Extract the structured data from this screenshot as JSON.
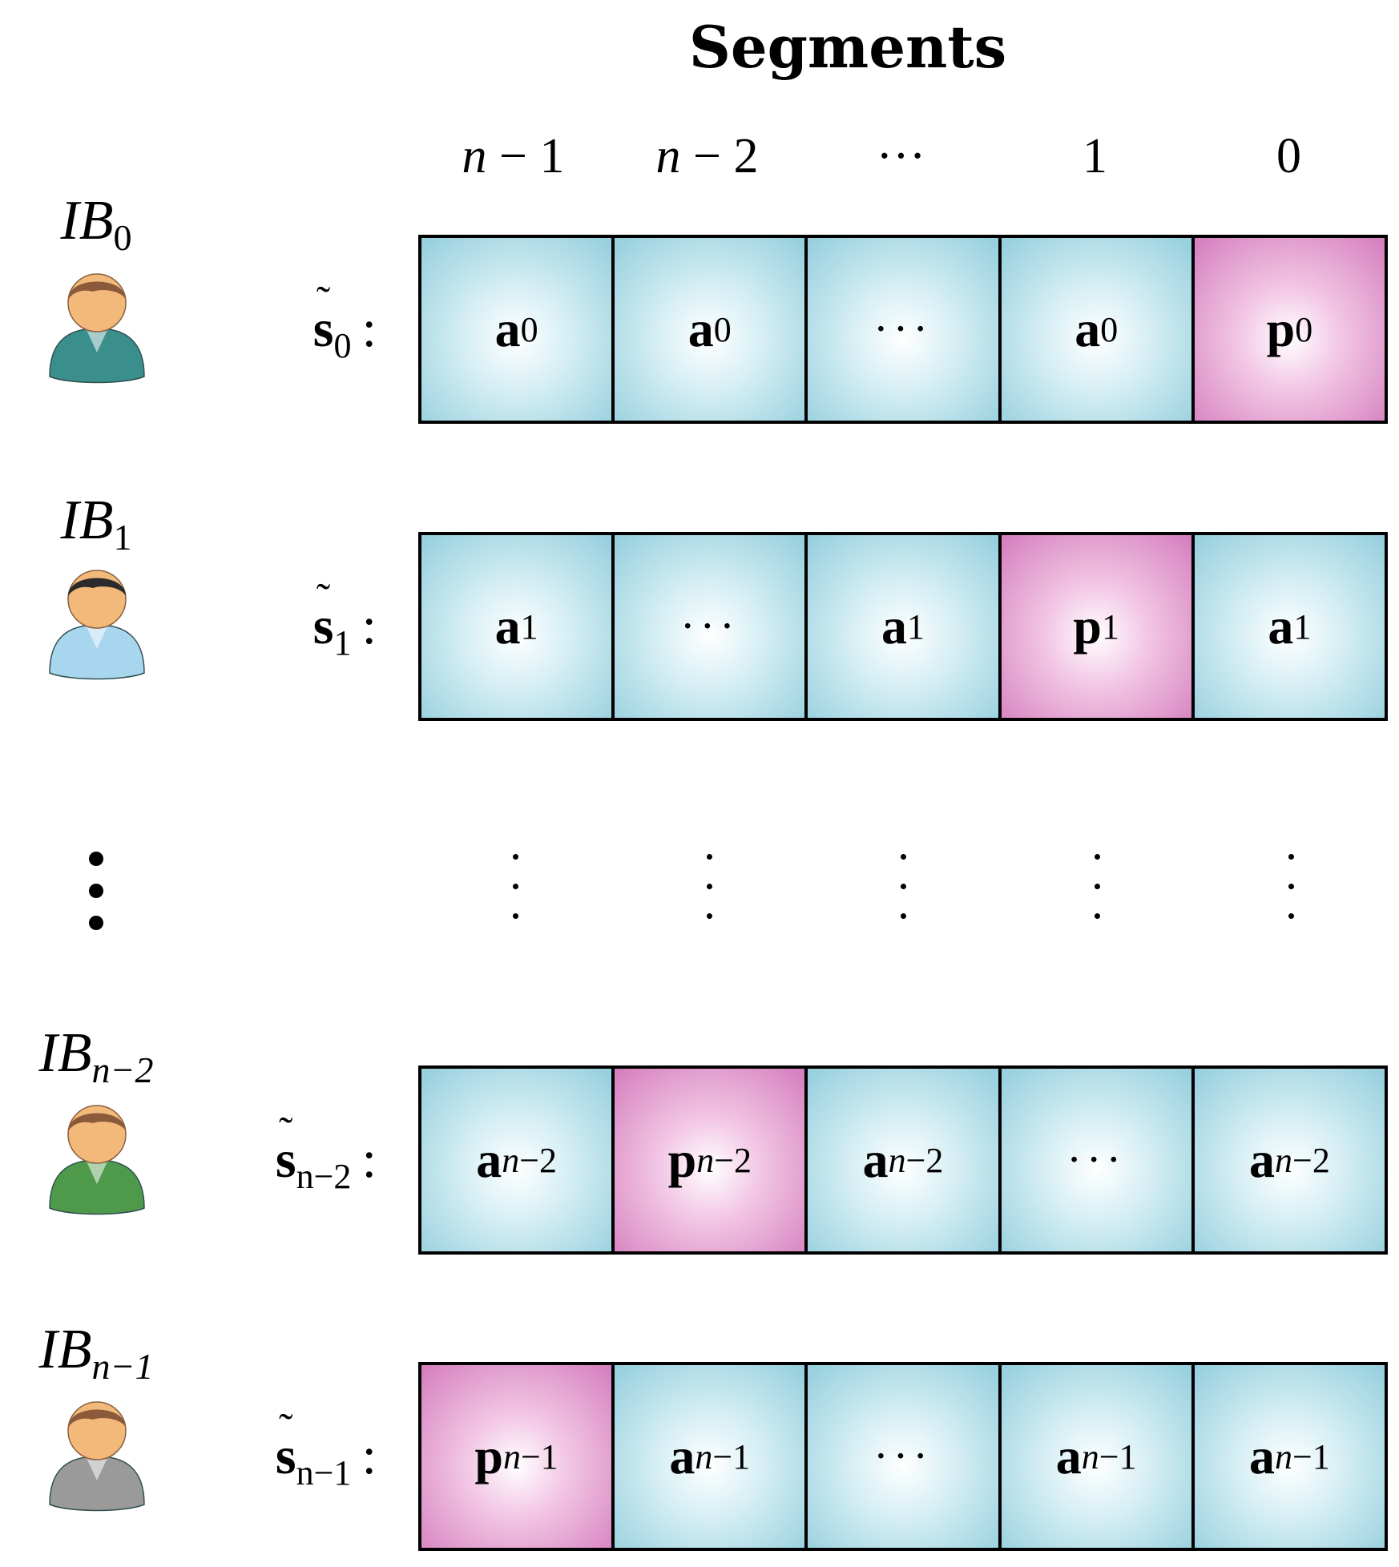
{
  "title": "Segments",
  "columns": [
    {
      "label": "n − 1"
    },
    {
      "label": "n − 2"
    },
    {
      "label": "···"
    },
    {
      "label": "1"
    },
    {
      "label": "0"
    }
  ],
  "rows": [
    {
      "ib_base": "IB",
      "ib_sub": "0",
      "vec_base": "s",
      "vec_sub": "0",
      "colon": ":",
      "avatar": {
        "name": "person-teal-icon",
        "body": "#3a8f8c",
        "hair": "#8a5a3a"
      },
      "cells": [
        {
          "kind": "a",
          "base": "a",
          "sub": "0"
        },
        {
          "kind": "a",
          "base": "a",
          "sub": "0"
        },
        {
          "kind": "dots",
          "text": "···"
        },
        {
          "kind": "a",
          "base": "a",
          "sub": "0"
        },
        {
          "kind": "p",
          "base": "p",
          "sub": "0"
        }
      ]
    },
    {
      "ib_base": "IB",
      "ib_sub": "1",
      "vec_base": "s",
      "vec_sub": "1",
      "colon": ":",
      "avatar": {
        "name": "person-lightblue-icon",
        "body": "#a9d6ef",
        "hair": "#2b2b2b"
      },
      "cells": [
        {
          "kind": "a",
          "base": "a",
          "sub": "1"
        },
        {
          "kind": "dots",
          "text": "···"
        },
        {
          "kind": "a",
          "base": "a",
          "sub": "1"
        },
        {
          "kind": "p",
          "base": "p",
          "sub": "1"
        },
        {
          "kind": "a",
          "base": "a",
          "sub": "1"
        }
      ]
    },
    {
      "ib_base": "IB",
      "ib_sub": "n−2",
      "vec_base": "s",
      "vec_sub": "n−2",
      "colon": ":",
      "avatar": {
        "name": "person-green-icon",
        "body": "#4f9a4a",
        "hair": "#8a5a3a"
      },
      "cells": [
        {
          "kind": "a",
          "base": "a",
          "sub": "n−2"
        },
        {
          "kind": "p",
          "base": "p",
          "sub": "n−2"
        },
        {
          "kind": "a",
          "base": "a",
          "sub": "n−2"
        },
        {
          "kind": "dots",
          "text": "···"
        },
        {
          "kind": "a",
          "base": "a",
          "sub": "n−2"
        }
      ]
    },
    {
      "ib_base": "IB",
      "ib_sub": "n−1",
      "vec_base": "s",
      "vec_sub": "n−1",
      "colon": ":",
      "avatar": {
        "name": "person-gray-icon",
        "body": "#9a9a9a",
        "hair": "#8a5a3a"
      },
      "cells": [
        {
          "kind": "p",
          "base": "p",
          "sub": "n−1"
        },
        {
          "kind": "a",
          "base": "a",
          "sub": "n−1"
        },
        {
          "kind": "dots",
          "text": "···"
        },
        {
          "kind": "a",
          "base": "a",
          "sub": "n−1"
        },
        {
          "kind": "a",
          "base": "a",
          "sub": "n−1"
        }
      ]
    }
  ],
  "colors": {
    "a_cell_edge": "#93cedd",
    "p_cell_edge": "#d47cbd",
    "skin": "#f3b97a"
  }
}
